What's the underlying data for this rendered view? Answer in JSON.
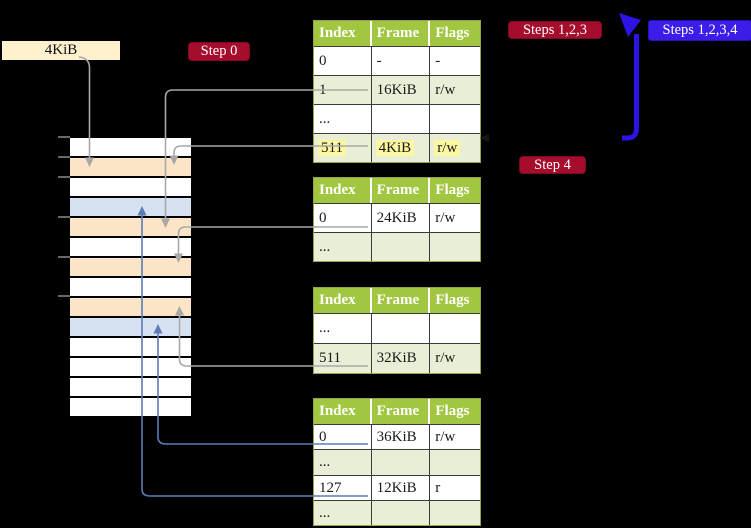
{
  "labels": {
    "frame_size": "4KiB",
    "step0": "Step 0",
    "steps123": "Steps 1,2,3",
    "steps1234": "Steps 1,2,3,4",
    "step4": "Step 4"
  },
  "colors": {
    "background": "#000000",
    "frame_label_bg": "#fdf0cd",
    "badge_red": "#a60d2d",
    "badge_blue": "#3a1de8",
    "big_arrow_blue": "#2d13e6",
    "thin_arrow_blue": "#5b7db5",
    "connector_gray": "#a8a8a8",
    "tick_gray": "#8c8c8c",
    "table_header_green": "#a1c640",
    "table_row_green": "#e9efd6",
    "highlight_yellow": "#fdf7a1",
    "memory_peach": "#fce4c7",
    "memory_blue": "#d6e2f2",
    "memory_white": "#ffffff"
  },
  "memory": {
    "row_colors": [
      "white",
      "peach",
      "white",
      "blue",
      "peach",
      "white",
      "peach",
      "white",
      "peach",
      "blue",
      "white",
      "white",
      "white",
      "white"
    ]
  },
  "tables": [
    {
      "name": "page-table-1",
      "headers": [
        "Index",
        "Frame",
        "Flags"
      ],
      "rows": [
        {
          "cells": [
            "0",
            "-",
            "-"
          ],
          "shaded": false,
          "highlighted": false
        },
        {
          "cells": [
            "1",
            "16KiB",
            "r/w"
          ],
          "shaded": true,
          "highlighted": false
        },
        {
          "cells": [
            "...",
            "",
            ""
          ],
          "shaded": false,
          "highlighted": false
        },
        {
          "cells": [
            "511",
            "4KiB",
            "r/w"
          ],
          "shaded": true,
          "highlighted": true
        }
      ]
    },
    {
      "name": "page-table-2",
      "headers": [
        "Index",
        "Frame",
        "Flags"
      ],
      "rows": [
        {
          "cells": [
            "0",
            "24KiB",
            "r/w"
          ],
          "shaded": false,
          "highlighted": false
        },
        {
          "cells": [
            "...",
            "",
            ""
          ],
          "shaded": true,
          "highlighted": false
        }
      ]
    },
    {
      "name": "page-table-3",
      "headers": [
        "Index",
        "Frame",
        "Flags"
      ],
      "rows": [
        {
          "cells": [
            "...",
            "",
            ""
          ],
          "shaded": false,
          "highlighted": false
        },
        {
          "cells": [
            "511",
            "32KiB",
            "r/w"
          ],
          "shaded": true,
          "highlighted": false
        }
      ]
    },
    {
      "name": "page-table-4",
      "headers": [
        "Index",
        "Frame",
        "Flags"
      ],
      "rows": [
        {
          "cells": [
            "0",
            "36KiB",
            "r/w"
          ],
          "shaded": false,
          "highlighted": false
        },
        {
          "cells": [
            "...",
            "",
            ""
          ],
          "shaded": true,
          "highlighted": false
        },
        {
          "cells": [
            "127",
            "12KiB",
            "r"
          ],
          "shaded": false,
          "highlighted": false
        },
        {
          "cells": [
            "...",
            "",
            ""
          ],
          "shaded": true,
          "highlighted": false
        }
      ]
    }
  ]
}
